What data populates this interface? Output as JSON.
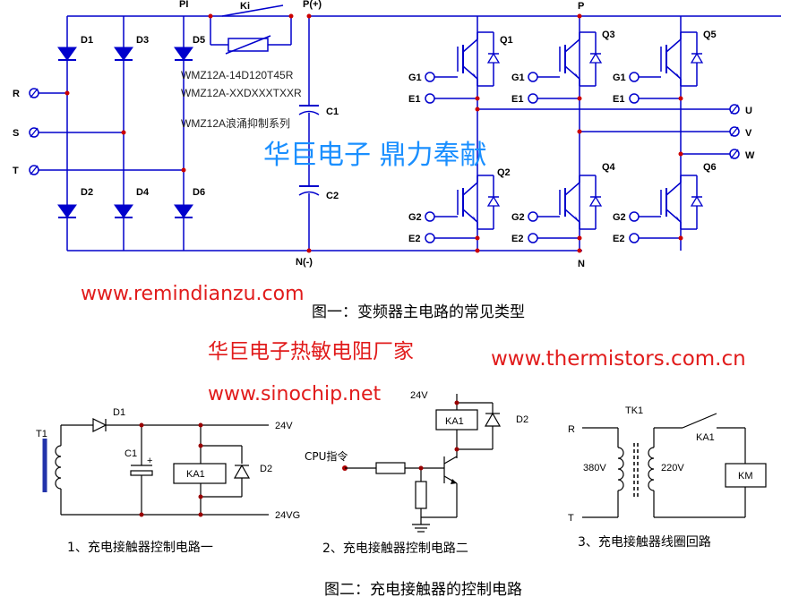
{
  "main_circuit": {
    "label_pi": "PI",
    "label_p_plus": "P(+)",
    "label_p": "P",
    "label_n_minus": "N(-)",
    "label_n": "N",
    "label_ki": "Ki",
    "input_r": "R",
    "input_s": "S",
    "input_t": "T",
    "diodes": [
      "D1",
      "D3",
      "D5",
      "D2",
      "D4",
      "D6"
    ],
    "cap1": "C1",
    "cap2": "C2",
    "model_1": "WMZ12A-14D120T45R",
    "model_2": "WMZ12A-XXDXXXTXXR",
    "model_3": "WMZ12A浪涌抑制系列",
    "watermark": "华巨电子 鼎力奉献",
    "igbt_top": [
      "Q1",
      "Q3",
      "Q5"
    ],
    "igbt_bottom": [
      "Q2",
      "Q4",
      "Q6"
    ],
    "gate_g1": "G1",
    "gate_e1": "E1",
    "gate_g2": "G2",
    "gate_e2": "E2",
    "out_u": "U",
    "out_v": "V",
    "out_w": "W"
  },
  "links": {
    "remindianzu": "www.remindianzu.com",
    "company": "华巨电子热敏电阻厂家",
    "thermistors": "www.thermistors.com.cn",
    "sinochip": "www.sinochip.net"
  },
  "captions": {
    "fig1": "图一：变频器主电路的常见类型",
    "fig2": "图二：充电接触器的控制电路",
    "sub1": "1、充电接触器控制电路一",
    "sub2": "2、充电接触器控制电路二",
    "sub3": "3、充电接触器线圈回路"
  },
  "ctrl1": {
    "t1": "T1",
    "d1": "D1",
    "c1": "C1",
    "ka1": "KA1",
    "d2": "D2",
    "v24": "24V",
    "v24g": "24VG"
  },
  "ctrl2": {
    "v24": "24V",
    "ka1": "KA1",
    "d2": "D2",
    "cpu": "CPU指令"
  },
  "ctrl3": {
    "tk1": "TK1",
    "r": "R",
    "t": "T",
    "v380": "380V",
    "v220": "220V",
    "ka1": "KA1",
    "km": "KM"
  }
}
